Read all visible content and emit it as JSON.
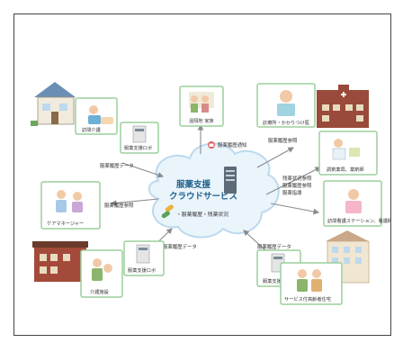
{
  "center": {
    "title_line1": "服薬支援",
    "title_line2": "クラウドサービス",
    "sub": "・服薬履歴・残薬状況"
  },
  "notify": "服薬履歴通知",
  "nodes": {
    "visit_care": "訪問介護",
    "robot_top": "服薬支援ロボ",
    "family": "遠隔地 家族",
    "doctor": "診療所・かかりつけ医",
    "pharmacy": "調剤薬局、薬剤師",
    "nurse": "訪問看護ステーション、看護師",
    "care_manager": "ケアマネージャー",
    "care_facility": "介護施設",
    "robot_bottom_left": "服薬支援ロボ",
    "robot_bottom_right": "服薬支援ロボ",
    "elderly_home": "サービス付高齢者住宅"
  },
  "flows": {
    "upper_left": "服薬履歴データ",
    "upper_right": "服薬履歴参照",
    "right_1": "残薬状況参照",
    "right_2": "服薬履歴参照",
    "right_3": "服薬指導",
    "left": "服薬履歴参照",
    "lower_left": "服薬履歴データ",
    "lower_right": "服薬履歴データ"
  }
}
